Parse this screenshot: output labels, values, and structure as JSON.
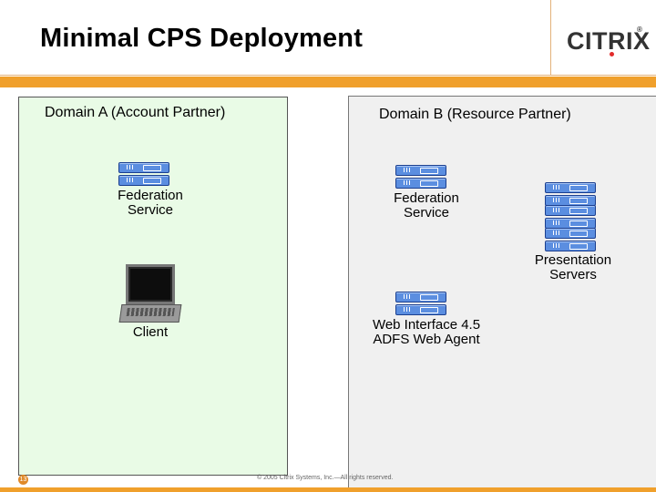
{
  "slide": {
    "title": "Minimal CPS Deployment",
    "page_number": "13",
    "copyright": "© 2005 Citrix Systems, Inc.—All rights reserved."
  },
  "logo": {
    "text": "CITRIX",
    "reg": "®"
  },
  "domain_a": {
    "label": "Domain A (Account Partner)",
    "federation_service": "Federation\nService",
    "client": "Client"
  },
  "domain_b": {
    "label": "Domain B (Resource Partner)",
    "federation_service": "Federation\nService",
    "presentation_servers": "Presentation\nServers",
    "web_interface": "Web Interface 4.5\nADFS Web Agent"
  },
  "colors": {
    "accent": "#f0a02c",
    "domain_a_bg": "#e9fbe6",
    "domain_b_bg": "#f0f0f0",
    "server": "#5b8ee0"
  }
}
